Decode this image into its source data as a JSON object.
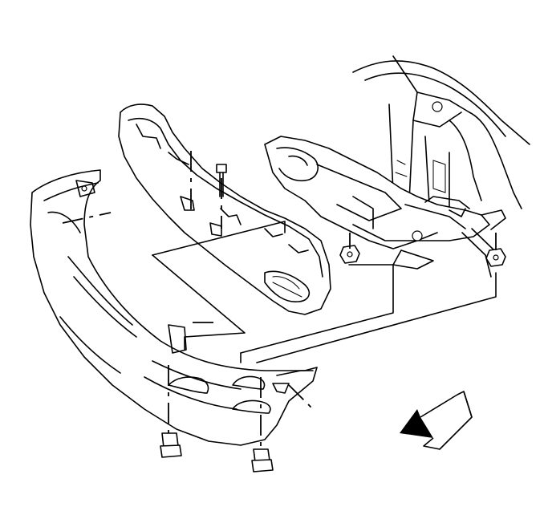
{
  "diagram": {
    "type": "exploded-view",
    "labels": []
  },
  "components": [
    {
      "id": "fascia",
      "icon": "bumper-fascia-icon"
    },
    {
      "id": "energy-absorber",
      "icon": "energy-absorber-icon"
    },
    {
      "id": "impact-bar",
      "icon": "impact-bar-icon"
    },
    {
      "id": "vehicle-frame",
      "icon": "frame-rail-icon"
    },
    {
      "id": "fasteners",
      "icon": "bolt-icon"
    },
    {
      "id": "direction",
      "icon": "arrow-icon"
    }
  ],
  "colors": {
    "line": "#000000",
    "background": "#ffffff",
    "arrow": "#000000"
  }
}
